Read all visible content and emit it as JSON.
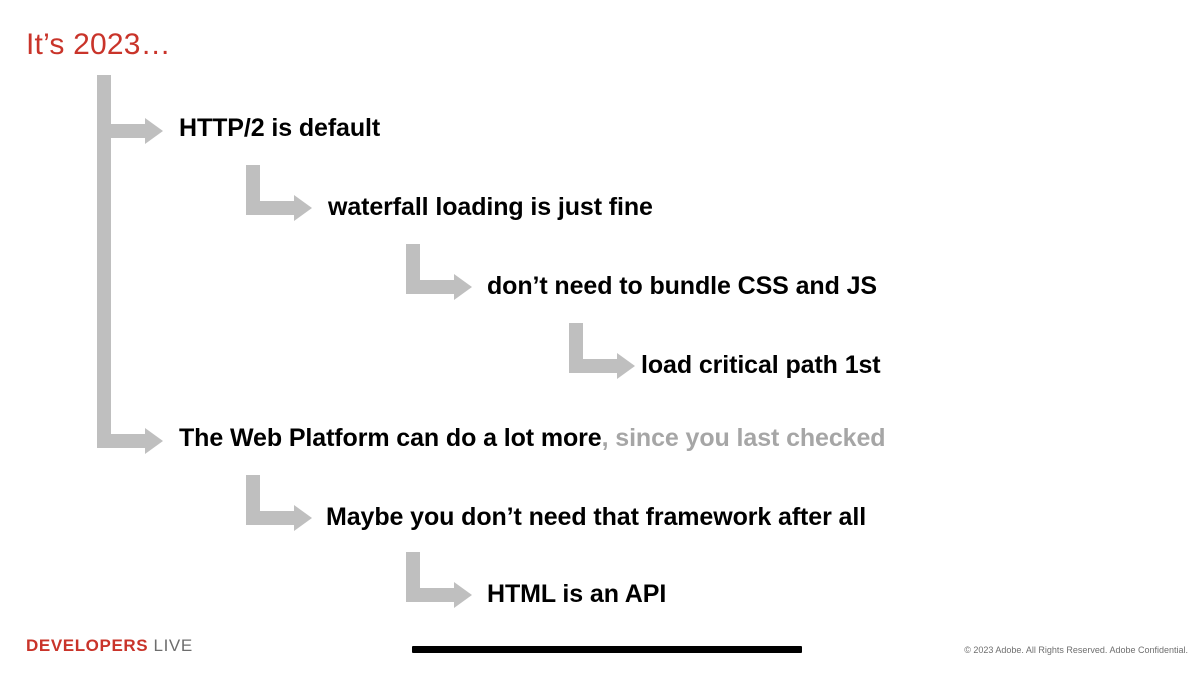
{
  "slide": {
    "title": "It’s 2023…",
    "title_color": "#c9342a",
    "background": "#ffffff",
    "arrow_color": "#bfbfbf",
    "bullets": [
      {
        "text": "HTTP/2 is default",
        "level": 1
      },
      {
        "text": "waterfall loading is just fine",
        "level": 2
      },
      {
        "text": "don’t need to bundle CSS and JS",
        "level": 3
      },
      {
        "text": "load critical path 1st",
        "level": 4
      },
      {
        "text": "The Web Platform can do a lot more",
        "suffix": ", since you last checked",
        "level": 1
      },
      {
        "text": "Maybe you don’t need that framework after all",
        "level": 2
      },
      {
        "text": "HTML is an API",
        "level": 3
      }
    ]
  },
  "footer": {
    "logo_primary": "DEVELOPERS",
    "logo_secondary": "LIVE",
    "copyright": "© 2023 Adobe. All Rights Reserved. Adobe Confidential.",
    "logo_primary_color": "#c9342a"
  }
}
